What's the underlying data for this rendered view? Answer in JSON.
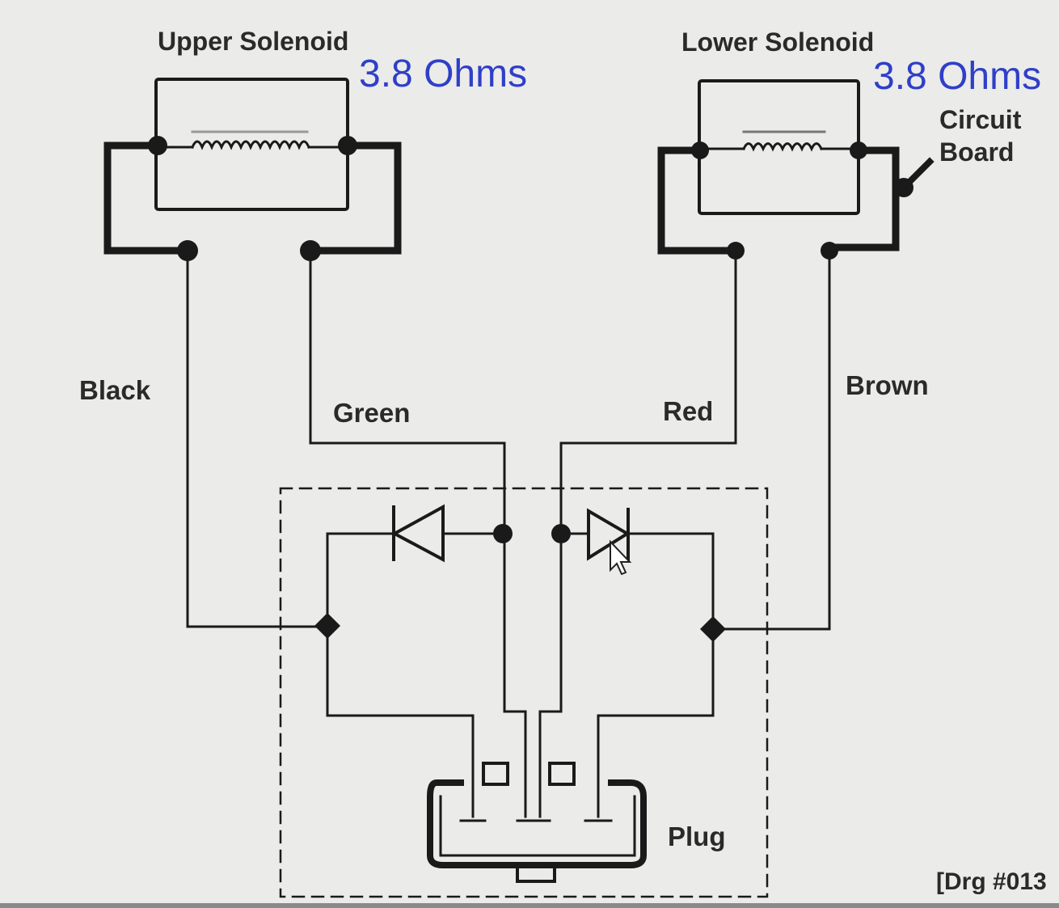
{
  "labels": {
    "upper_solenoid": "Upper Solenoid",
    "lower_solenoid": "Lower Solenoid",
    "upper_resistance": "3.8 Ohms",
    "lower_resistance": "3.8 Ohms",
    "circuit_board_line1": "Circuit",
    "circuit_board_line2": "Board",
    "wire_black": "Black",
    "wire_green": "Green",
    "wire_red": "Red",
    "wire_brown": "Brown",
    "plug": "Plug",
    "drawing_ref": "[Drg #013"
  },
  "colors": {
    "background": "#ebebea",
    "line": "#1a1a1a",
    "annotation": "#2f3fc8"
  }
}
